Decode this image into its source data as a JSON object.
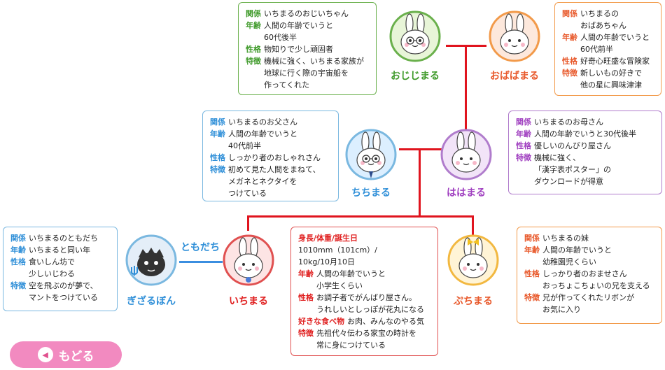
{
  "characters": {
    "ojiji": {
      "name": "おじじまる",
      "color": "#3f9a2a",
      "ring": "#6ab04c",
      "bg": "#e8f5d8"
    },
    "obaba": {
      "name": "おばばまる",
      "color": "#e8582a",
      "ring": "#f29a4a",
      "bg": "#fde8dc"
    },
    "chichi": {
      "name": "ちちまる",
      "color": "#2f8fd8",
      "ring": "#7ab8e0",
      "bg": "#dcefff"
    },
    "haha": {
      "name": "ははまる",
      "color": "#a040c0",
      "ring": "#b07ccc",
      "bg": "#f2e4f8"
    },
    "ichi": {
      "name": "いちまる",
      "color": "#e02020",
      "ring": "#e05050",
      "bg": "#fde4e4"
    },
    "puchi": {
      "name": "ぷちまる",
      "color": "#e8582a",
      "ring": "#f2b840",
      "bg": "#fff4d6"
    },
    "gizaru": {
      "name": "ぎざるぼん",
      "color": "#2f8fd8",
      "ring": "#7ab8e0",
      "bg": "#e4eef8"
    }
  },
  "tomodachi": "ともだち",
  "back_label": "もどる",
  "boxes": {
    "ojiji": [
      {
        "k": "関係",
        "v": "いちまるのおじいちゃん"
      },
      {
        "k": "年齢",
        "v": "人間の年齢でいうと\n60代後半"
      },
      {
        "k": "性格",
        "v": "物知りで少し頑固者"
      },
      {
        "k": "特徴",
        "v": "機械に強く、いちまる家族が\n地球に行く際の宇宙船を\n作ってくれた"
      }
    ],
    "obaba": [
      {
        "k": "関係",
        "v": "いちまるの\nおばあちゃん"
      },
      {
        "k": "年齢",
        "v": "人間の年齢でいうと\n60代前半"
      },
      {
        "k": "性格",
        "v": "好奇心旺盛な冒険家"
      },
      {
        "k": "特徴",
        "v": "新しいもの好きで\n他の星に興味津津"
      }
    ],
    "chichi": [
      {
        "k": "関係",
        "v": "いちまるのお父さん"
      },
      {
        "k": "年齢",
        "v": "人間の年齢でいうと\n40代前半"
      },
      {
        "k": "性格",
        "v": "しっかり者のおしゃれさん"
      },
      {
        "k": "特徴",
        "v": "初めて見た人間をまねて、\nメガネとネクタイを\nつけている"
      }
    ],
    "haha": [
      {
        "k": "関係",
        "v": "いちまるのお母さん"
      },
      {
        "k": "年齢",
        "v": "人間の年齢でいうと30代後半"
      },
      {
        "k": "性格",
        "v": "優しいのんびり屋さん"
      },
      {
        "k": "特徴",
        "v": "機械に強く、\n「漢字表ポスター」の\nダウンロードが得意"
      }
    ],
    "gizaru": [
      {
        "k": "関係",
        "v": "いちまるのともだち"
      },
      {
        "k": "年齢",
        "v": "いちまると同い年"
      },
      {
        "k": "性格",
        "v": "食いしん坊で\n少しいじわる"
      },
      {
        "k": "特徴",
        "v": "空を飛ぶのが夢で、\nマントをつけている"
      }
    ],
    "ichi": [
      {
        "k": "身長/体重/誕生日",
        "v": ""
      },
      {
        "k": "",
        "v": "1010mm（101cm）/\n10kg/10月10日"
      },
      {
        "k": "年齢",
        "v": "人間の年齢でいうと\n小学生くらい"
      },
      {
        "k": "性格",
        "v": "お調子者でがんばり屋さん。\nうれしいとしっぽが花丸になる"
      },
      {
        "k": "好きな食べ物",
        "v": "お肉、みんなのやる気"
      },
      {
        "k": "特徴",
        "v": "先祖代々伝わる家宝の時計を\n常に身につけている"
      }
    ],
    "puchi": [
      {
        "k": "関係",
        "v": "いちまるの妹"
      },
      {
        "k": "年齢",
        "v": "人間の年齢でいうと\n幼稚園児くらい"
      },
      {
        "k": "性格",
        "v": "しっかり者のおませさん\nおっちょこちょいの兄を支える"
      },
      {
        "k": "特徴",
        "v": "兄が作ってくれたリボンが\nお気に入り"
      }
    ]
  }
}
